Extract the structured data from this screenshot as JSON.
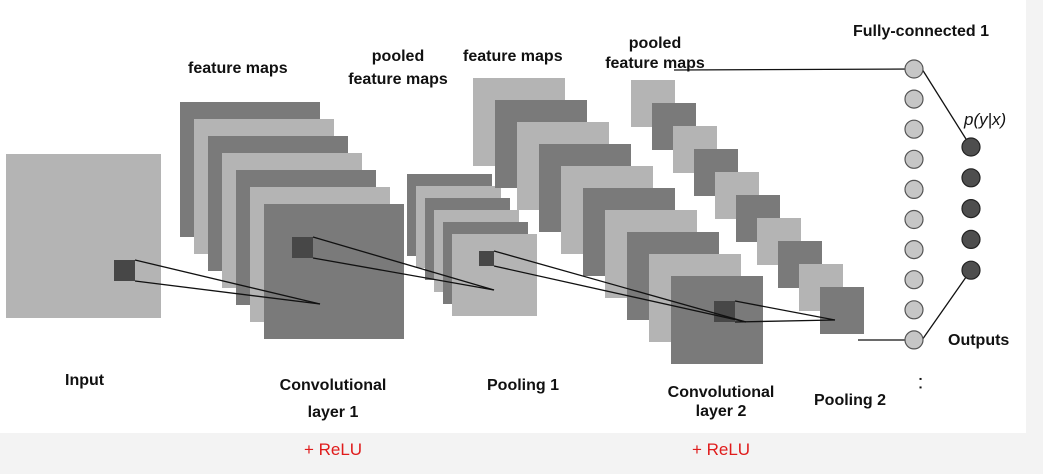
{
  "labels": {
    "input": "Input",
    "feature_maps_1": "feature maps",
    "pooled_1_line1": "pooled",
    "pooled_1_line2": "feature maps",
    "feature_maps_2": "feature maps",
    "pooled_2_line1": "pooled",
    "pooled_2_line2": "feature maps",
    "fully_connected": "Fully-connected 1",
    "prob": "p(y|x)",
    "outputs": "Outputs",
    "conv1_line1": "Convolutional",
    "conv1_line2": "layer 1",
    "pool1": "Pooling 1",
    "conv2_line1": "Convolutional",
    "conv2_line2": "layer 2",
    "pool2": "Pooling 2",
    "relu1": "+ ReLU",
    "relu2": "+ ReLU",
    "ellipsis": "· ·"
  },
  "colors": {
    "light": "#b4b4b4",
    "dark": "#7a7a7a",
    "kernel": "#474747",
    "node_fc": "#c6c6c6",
    "node_out": "#4e4e4e",
    "relu": "#e01b1b"
  }
}
